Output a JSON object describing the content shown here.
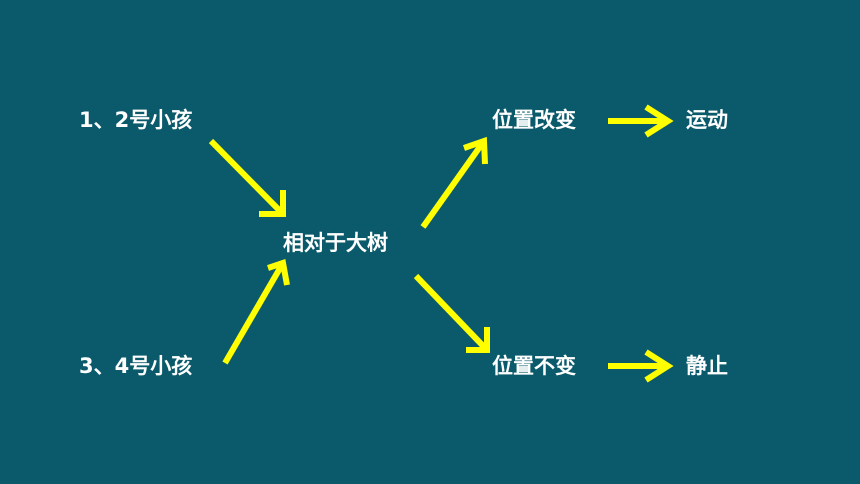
{
  "diagram": {
    "nodes": {
      "kids_1_2": "1、2号小孩",
      "kids_3_4": "3、4号小孩",
      "reference": "相对于大树",
      "position_changed": "位置改变",
      "position_unchanged": "位置不变",
      "motion": "运动",
      "rest": "静止"
    },
    "edges": [
      {
        "from": "kids_1_2",
        "to": "reference"
      },
      {
        "from": "kids_3_4",
        "to": "reference"
      },
      {
        "from": "reference",
        "to": "position_changed"
      },
      {
        "from": "reference",
        "to": "position_unchanged"
      },
      {
        "from": "position_changed",
        "to": "motion"
      },
      {
        "from": "position_unchanged",
        "to": "rest"
      }
    ],
    "colors": {
      "background": "#0b5a6b",
      "text": "#ffffff",
      "arrow": "#ffff00"
    }
  }
}
